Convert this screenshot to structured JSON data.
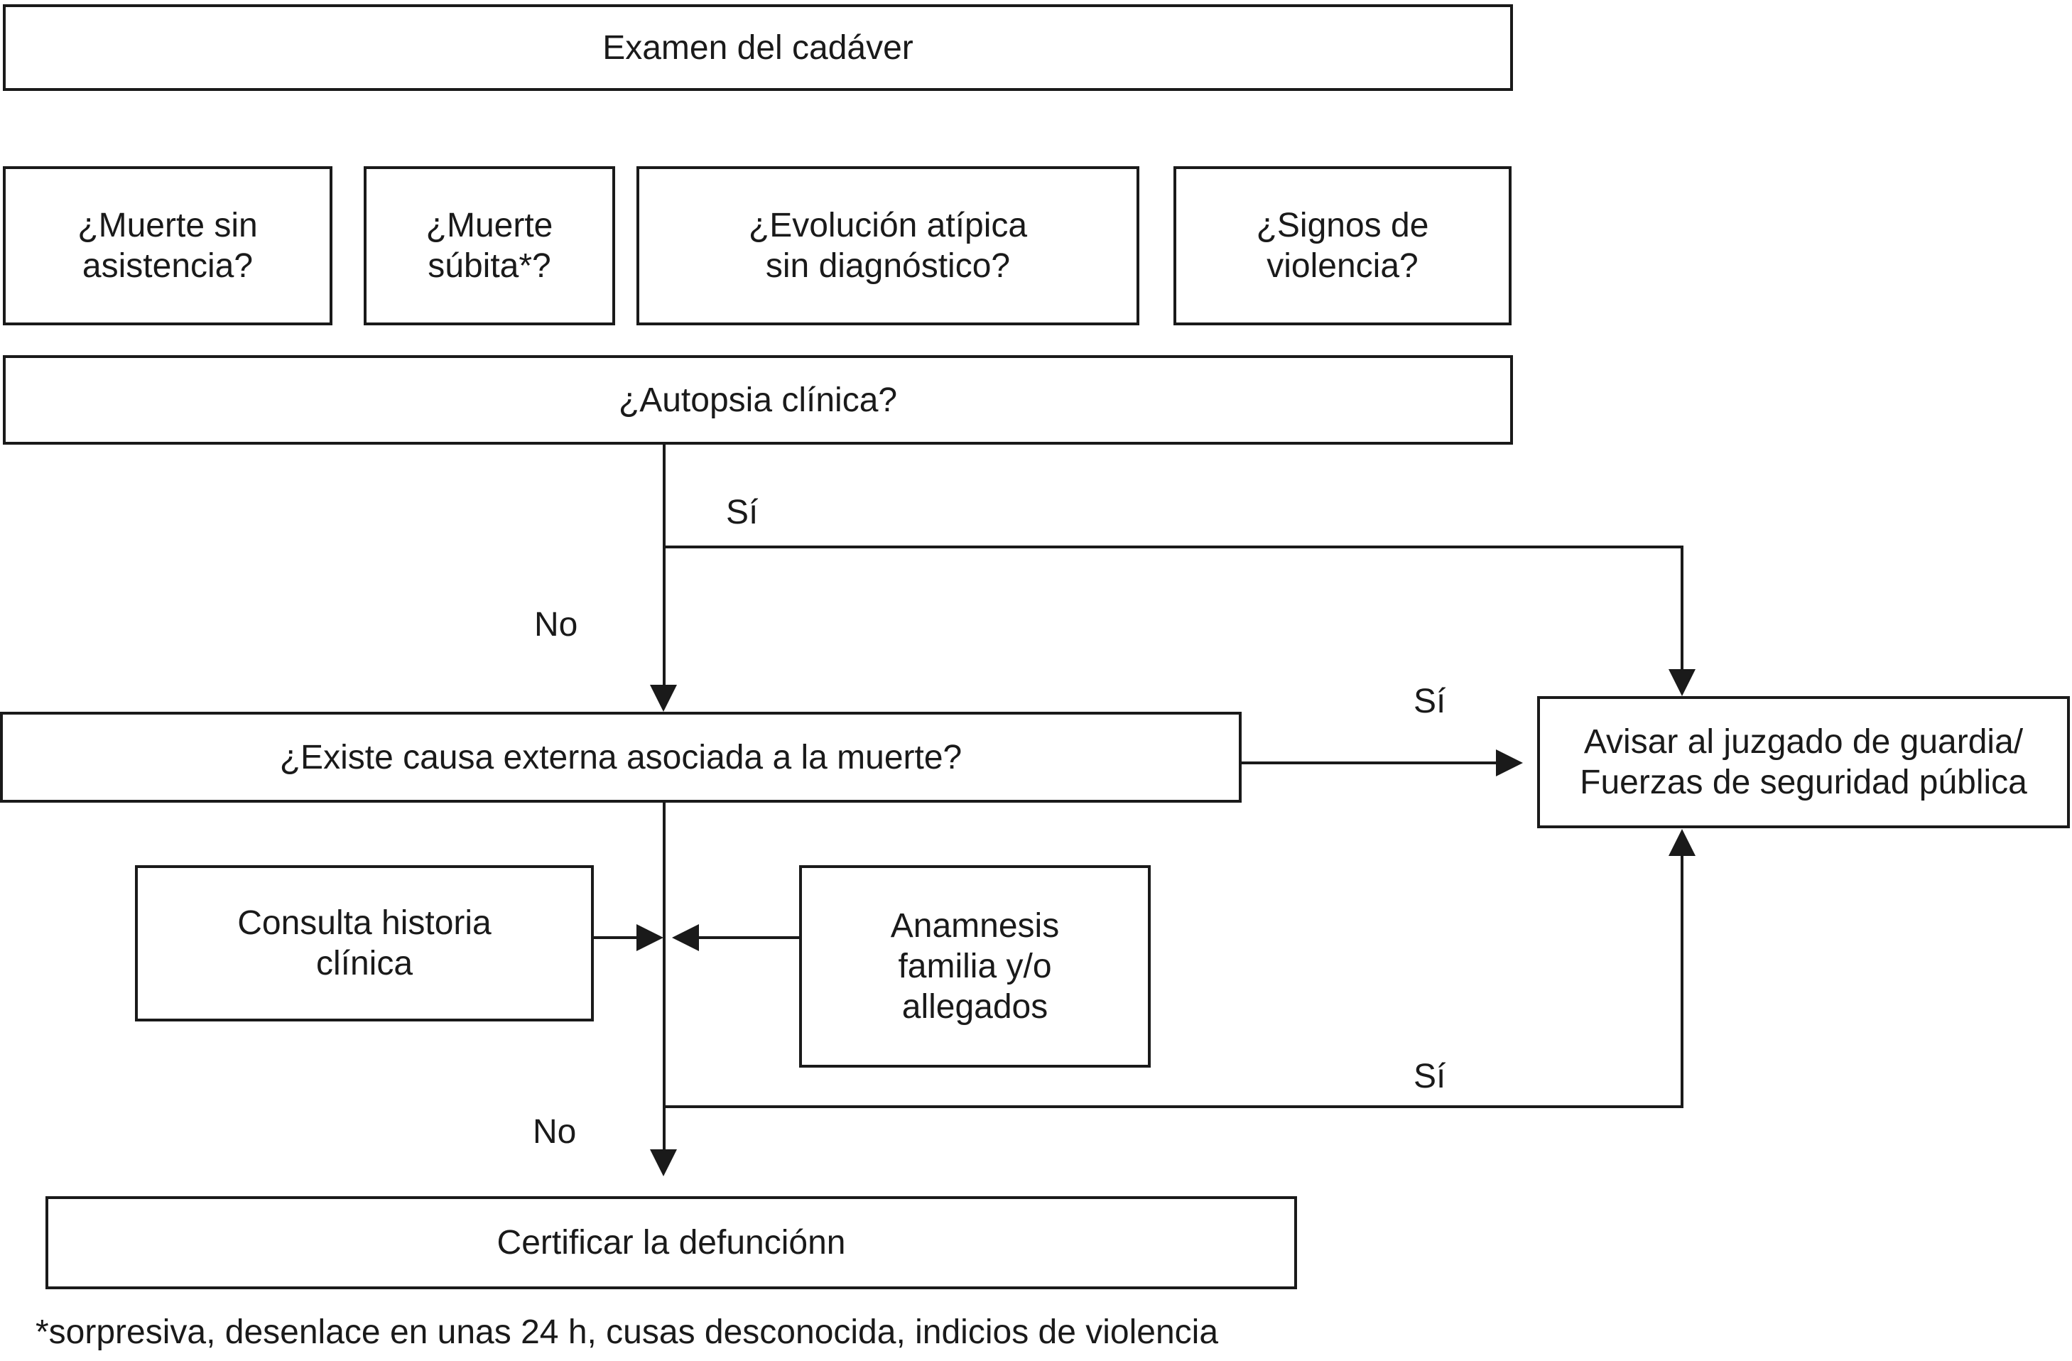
{
  "flowchart": {
    "boxes": {
      "examen": {
        "text": "Examen del cadáver"
      },
      "muerte_sin_asistencia": {
        "line1": "¿Muerte sin",
        "line2": "asistencia?"
      },
      "muerte_subita": {
        "line1": "¿Muerte",
        "line2": "súbita*?"
      },
      "evolucion_atipica": {
        "line1": "¿Evolución atípica",
        "line2": "sin diagnóstico?"
      },
      "signos_violencia": {
        "line1": "¿Signos de",
        "line2": "violencia?"
      },
      "autopsia": {
        "text": "¿Autopsia clínica?"
      },
      "causa_externa": {
        "text": "¿Existe causa externa asociada a la muerte?"
      },
      "avisar_juzgado": {
        "line1": "Avisar al juzgado de guardia/",
        "line2": "Fuerzas de seguridad pública"
      },
      "consulta_historia": {
        "line1": "Consulta historia",
        "line2": "clínica"
      },
      "anamnesis": {
        "line1": "Anamnesis",
        "line2": "familia y/o",
        "line3": "allegados"
      },
      "certificar": {
        "text": "Certificar la defunciónn"
      }
    },
    "edge_labels": {
      "autopsia_si": "Sí",
      "autopsia_no": "No",
      "causa_externa_si": "Sí",
      "anamnesis_si": "Sí",
      "certificar_no": "No"
    },
    "footnote": "*sorpresiva, desenlace en unas 24 h, cusas desconocida, indicios de violencia",
    "colors": {
      "line": "#1a1a1a",
      "text": "#1a1a1a",
      "background": "#ffffff"
    }
  }
}
